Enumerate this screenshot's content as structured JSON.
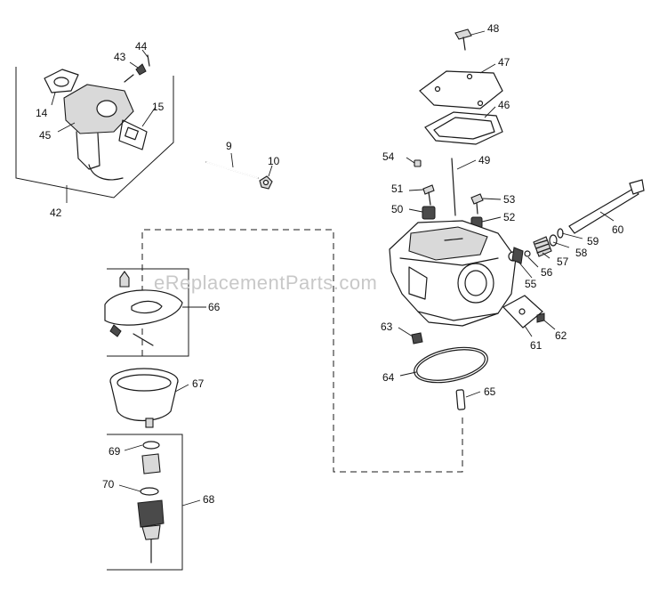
{
  "watermark": "eReplacementParts.com",
  "callouts": {
    "c9": "9",
    "c10": "10",
    "c14": "14",
    "c15": "15",
    "c42": "42",
    "c43": "43",
    "c44": "44",
    "c45": "45",
    "c46": "46",
    "c47": "47",
    "c48": "48",
    "c49": "49",
    "c50": "50",
    "c51": "51",
    "c52": "52",
    "c53": "53",
    "c54": "54",
    "c55": "55",
    "c56": "56",
    "c57": "57",
    "c58": "58",
    "c59": "59",
    "c60": "60",
    "c61": "61",
    "c62": "62",
    "c63": "63",
    "c64": "64",
    "c65": "65",
    "c66": "66",
    "c67": "67",
    "c68": "68",
    "c69": "69",
    "c70": "70"
  }
}
